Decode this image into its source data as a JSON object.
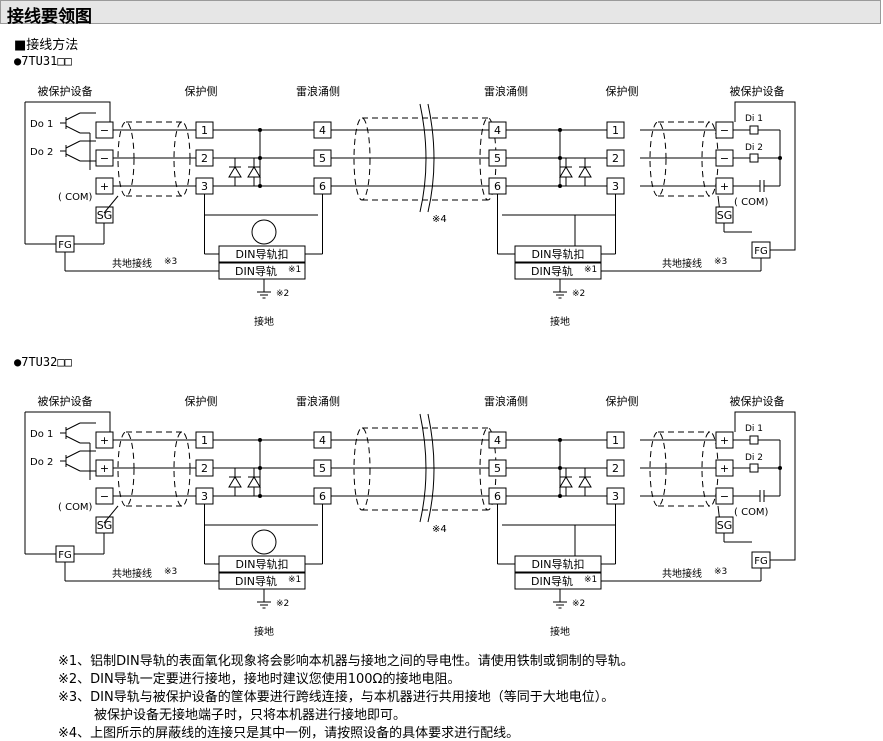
{
  "header": {
    "title": "接线要领图"
  },
  "section": {
    "title": "■接线方法"
  },
  "models": [
    {
      "name": "●7TU31□□",
      "polarity": [
        "−",
        "−",
        "+"
      ]
    },
    {
      "name": "●7TU32□□",
      "polarity": [
        "+",
        "+",
        "−"
      ]
    }
  ],
  "labels": {
    "protected_device": "被保护设备",
    "protect_side": "保护侧",
    "surge_side": "雷浪涌侧",
    "do1": "Do 1",
    "do2": "Do 2",
    "di1": "Di 1",
    "di2": "Di 2",
    "com": "( COM)",
    "sg": "SG",
    "fg": "FG",
    "din_buckle": "DIN导轨扣",
    "din_rail": "DIN导轨",
    "note1_mark": "※1",
    "note2_mark": "※2",
    "note3_mark": "※3",
    "note4_mark": "※4",
    "common_ground": "共地接线",
    "ground": "接地",
    "terminals_left": [
      "1",
      "2",
      "3"
    ],
    "terminals_right": [
      "4",
      "5",
      "6"
    ]
  },
  "notes": [
    "※1、铝制DIN导轨的表面氧化现象将会影响本机器与接地之间的导电性。请使用铁制或铜制的导轨。",
    "※2、DIN导轨一定要进行接地，接地时建议您使用100Ω的接地电阻。",
    "※3、DIN导轨与被保护设备的筐体要进行跨线连接，与本机器进行共用接地（等同于大地电位）。",
    "被保护设备无接地端子时，只将本机器进行接地即可。",
    "※4、上图所示的屏蔽线的连接只是其中一例，请按照设备的具体要求进行配线。"
  ]
}
